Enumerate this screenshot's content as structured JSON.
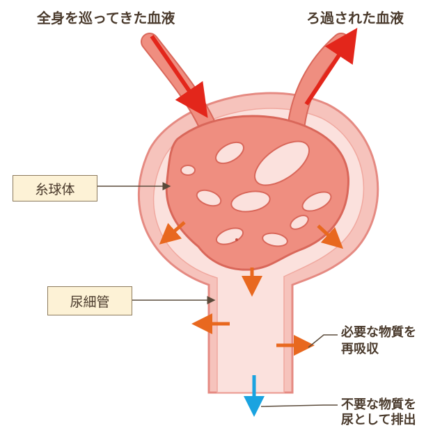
{
  "labels": {
    "blood_in": "全身を巡ってきた血液",
    "blood_out": "ろ過された血液",
    "glomerulus": "糸球体",
    "tubule": "尿細管",
    "reabsorb_line1": "必要な物質を",
    "reabsorb_line2": "再吸収",
    "excrete_line1": "不要な物質を",
    "excrete_line2": "尿として排出"
  },
  "colors": {
    "capsule_fill": "#f6c3bc",
    "capsule_outline": "#e58a82",
    "inner_fill": "#fbe1dd",
    "vessel_fill": "#ef8e80",
    "vessel_outline": "#d9675a",
    "blood_arrow": "#e3261b",
    "filtration_arrow": "#e8681f",
    "urine_arrow": "#1aa3e0",
    "label_bg": "#fdf2d6",
    "leader_line": "#5a4a3a"
  }
}
